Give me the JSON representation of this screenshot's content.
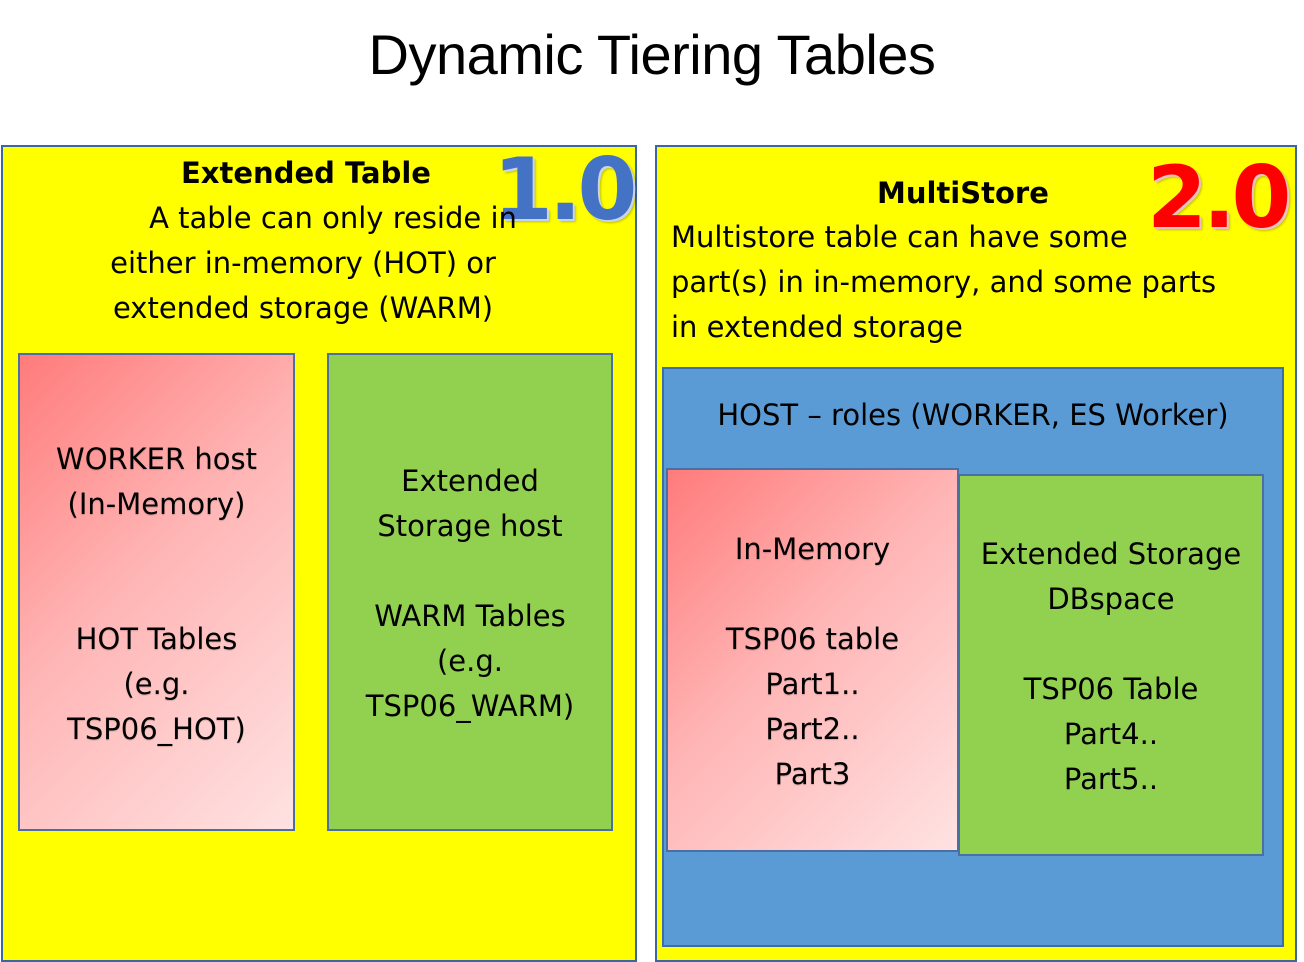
{
  "title": "Dynamic Tiering Tables",
  "colors": {
    "panel": "#ffff00",
    "v1": "#4472c4",
    "v2": "#ff0000",
    "red_box": "#ff7b7b",
    "green_box": "#92d050",
    "blue_box": "#5b9bd5"
  },
  "left": {
    "heading": "Extended Table",
    "version": "1.0",
    "desc": [
      "A table can only reside in",
      "either in-memory (HOT) or",
      "extended storage (WARM)"
    ],
    "worker_box": [
      "WORKER host",
      "(In-Memory)",
      "",
      "",
      "HOT Tables",
      "(e.g.",
      "TSP06_HOT)"
    ],
    "es_box": [
      "Extended",
      "Storage host",
      "",
      "WARM Tables",
      "(e.g.",
      "TSP06_WARM)"
    ]
  },
  "right": {
    "heading": "MultiStore",
    "version": "2.0",
    "desc": [
      "Multistore table can have some",
      "part(s) in in-memory, and some parts",
      "in extended storage"
    ],
    "host_label": "HOST – roles (WORKER, ES Worker)",
    "inmem_box": [
      "In-Memory",
      "",
      "TSP06 table",
      "Part1..",
      "Part2..",
      "Part3"
    ],
    "es_box": [
      "Extended Storage",
      "DBspace",
      "",
      "TSP06 Table",
      "Part4..",
      "Part5.."
    ]
  }
}
